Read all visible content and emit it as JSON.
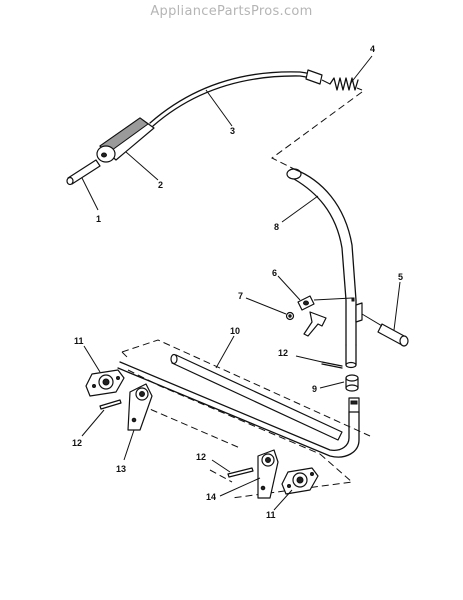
{
  "watermark": "AppliancePartsPros.com",
  "callouts": [
    "1",
    "2",
    "3",
    "4",
    "5",
    "6",
    "7",
    "8",
    "9",
    "10",
    "11",
    "11",
    "12",
    "12",
    "12",
    "13",
    "14"
  ]
}
